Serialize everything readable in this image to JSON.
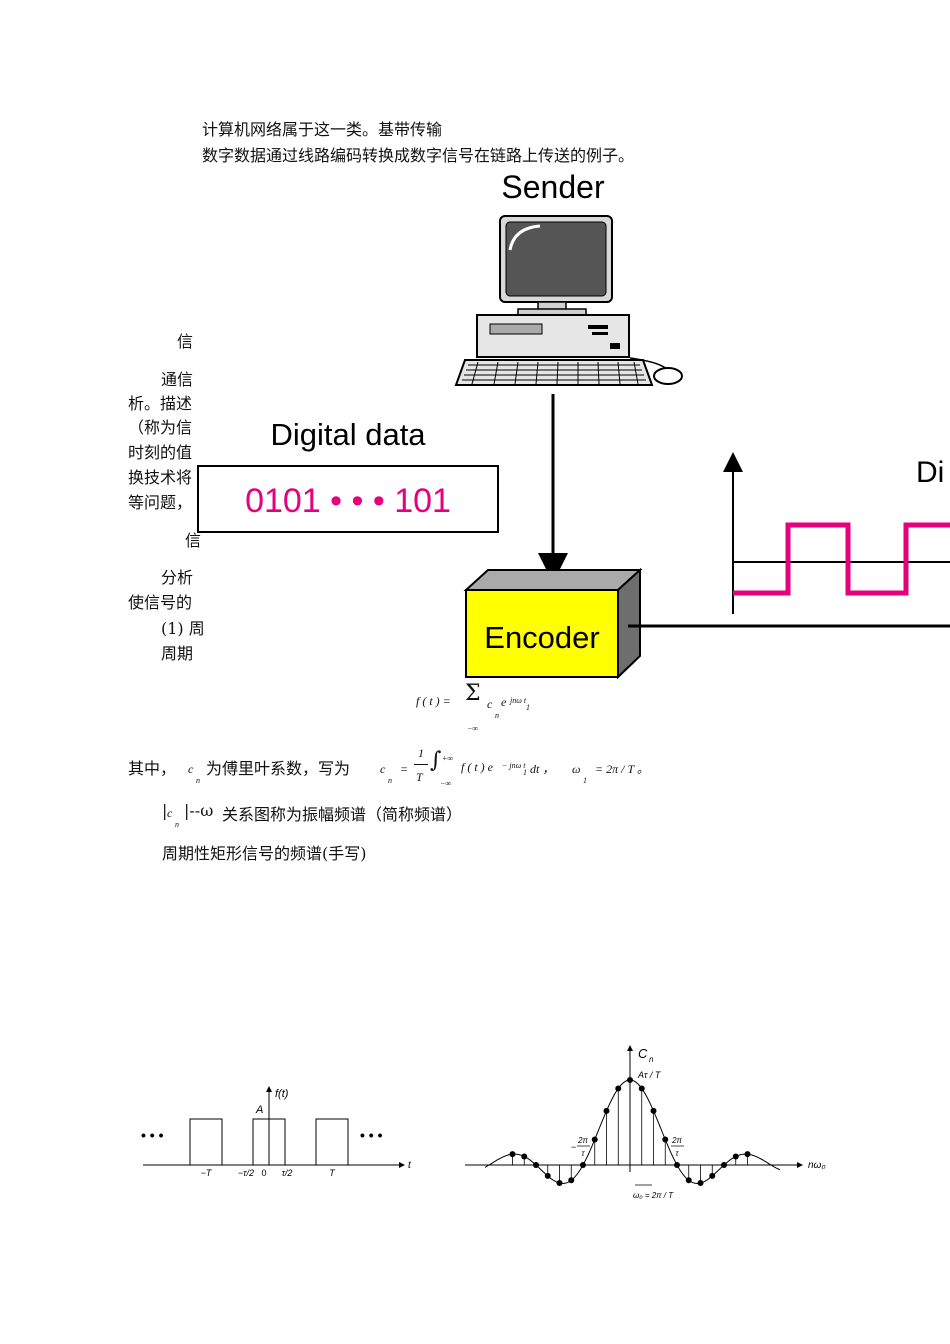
{
  "doc": {
    "intro_line1": "计算机网络属于这一类。基带传输",
    "intro_line2": "数字数据通过线路编码转换成数字信号在链路上传送的例子。",
    "left_fragments": [
      "信",
      "通信",
      "析。描述",
      "（称为信",
      "时刻的值",
      "换技术将",
      "等问题，",
      "信",
      "分析",
      "使信号的",
      "(1) 周",
      "周期"
    ],
    "formula_f": "f ( t ) =",
    "sigma": "Σ",
    "c": "c",
    "n": "n",
    "e": "e",
    "exp": "jnω t",
    "one": "1",
    "neg_inf": "−∞",
    "pos_inf": "+∞",
    "where_text": "其中，",
    "coef_text": "为傅里叶系数，写为",
    "equals": "=",
    "frac_num": "1",
    "frac_den": "T",
    "integral": "∫",
    "integrand": "f ( t ) e",
    "integrand_exp": "− jnω t",
    "dt": "dt ，",
    "omega1": "ω",
    "omega1_rhs": "= 2π / T 。",
    "spectrum_desc": "关系图称为振幅频谱（简称频谱）",
    "bar_prefix": "|",
    "bar_suffix": "|--ω",
    "rect_title": "周期性矩形信号的频谱(手写)"
  },
  "diagram": {
    "sender": "Sender",
    "digital_data": "Digital data",
    "bits": "0101 • • • 101",
    "encoder": "Encoder",
    "digital_signal_cut": "Di"
  },
  "plots": {
    "left": {
      "ylabel": "f(t)",
      "amp": "A",
      "t_axis": "t",
      "ticks": [
        "−T",
        "−τ/2",
        "0",
        "τ/2",
        "T"
      ],
      "dots": "• • •"
    },
    "right": {
      "ylabel": "C",
      "ysub": "n",
      "peak": "Aτ / T",
      "tick_left_num": "2π",
      "tick_left_den": "τ",
      "tick_right_num": "2π",
      "tick_right_den": "τ",
      "minus": "−",
      "omega_label": "ω₀ = 2π / T",
      "x_axis": "nω₀"
    }
  },
  "colors": {
    "magenta": "#e6007e",
    "yellow": "#ffff00",
    "gray": "#8a8a8a"
  }
}
